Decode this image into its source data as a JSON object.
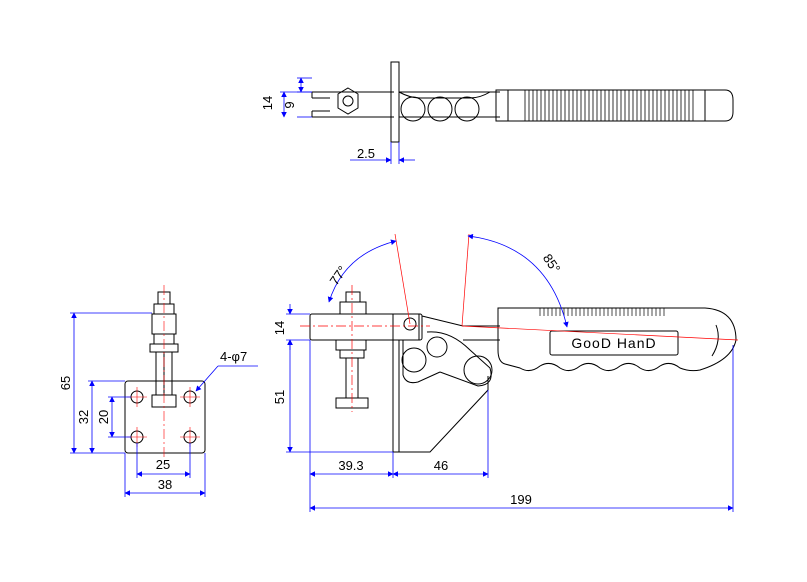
{
  "colors": {
    "outline": "#000000",
    "dimension": "#0000ff",
    "centerline": "#ff0000"
  },
  "top_view": {
    "dim_14": "14",
    "dim_9": "9",
    "dim_2_5": "2.5"
  },
  "end_view": {
    "dim_65": "65",
    "dim_32": "32",
    "dim_20": "20",
    "dim_25": "25",
    "dim_38": "38",
    "hole_callout": "4-φ7"
  },
  "side_view": {
    "angle_77": "77°",
    "angle_85": "85°",
    "dim_14": "14",
    "dim_51": "51",
    "dim_39_3": "39.3",
    "dim_46": "46",
    "dim_199": "199",
    "brand_label": "GooD HanD"
  },
  "icons": {
    "arrowhead": "blue-arrowhead"
  }
}
